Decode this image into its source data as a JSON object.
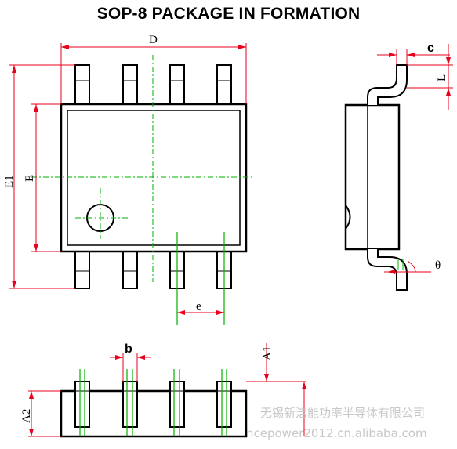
{
  "title": "SOP-8 PACKAGE IN FORMATION",
  "labels": {
    "D": "D",
    "E1": "E1",
    "E": "E",
    "e": "e",
    "c": "c",
    "L": "L",
    "theta": "θ",
    "b": "b",
    "A1": "A1",
    "A2": "A2"
  },
  "watermark": {
    "line1": "无锡新洁能功率半导体有限公司",
    "line2": "ncepower2012.cn.alibaba.com"
  },
  "colors": {
    "outline": "#000000",
    "dimension": "#e8001c",
    "centerline": "#00b000"
  }
}
